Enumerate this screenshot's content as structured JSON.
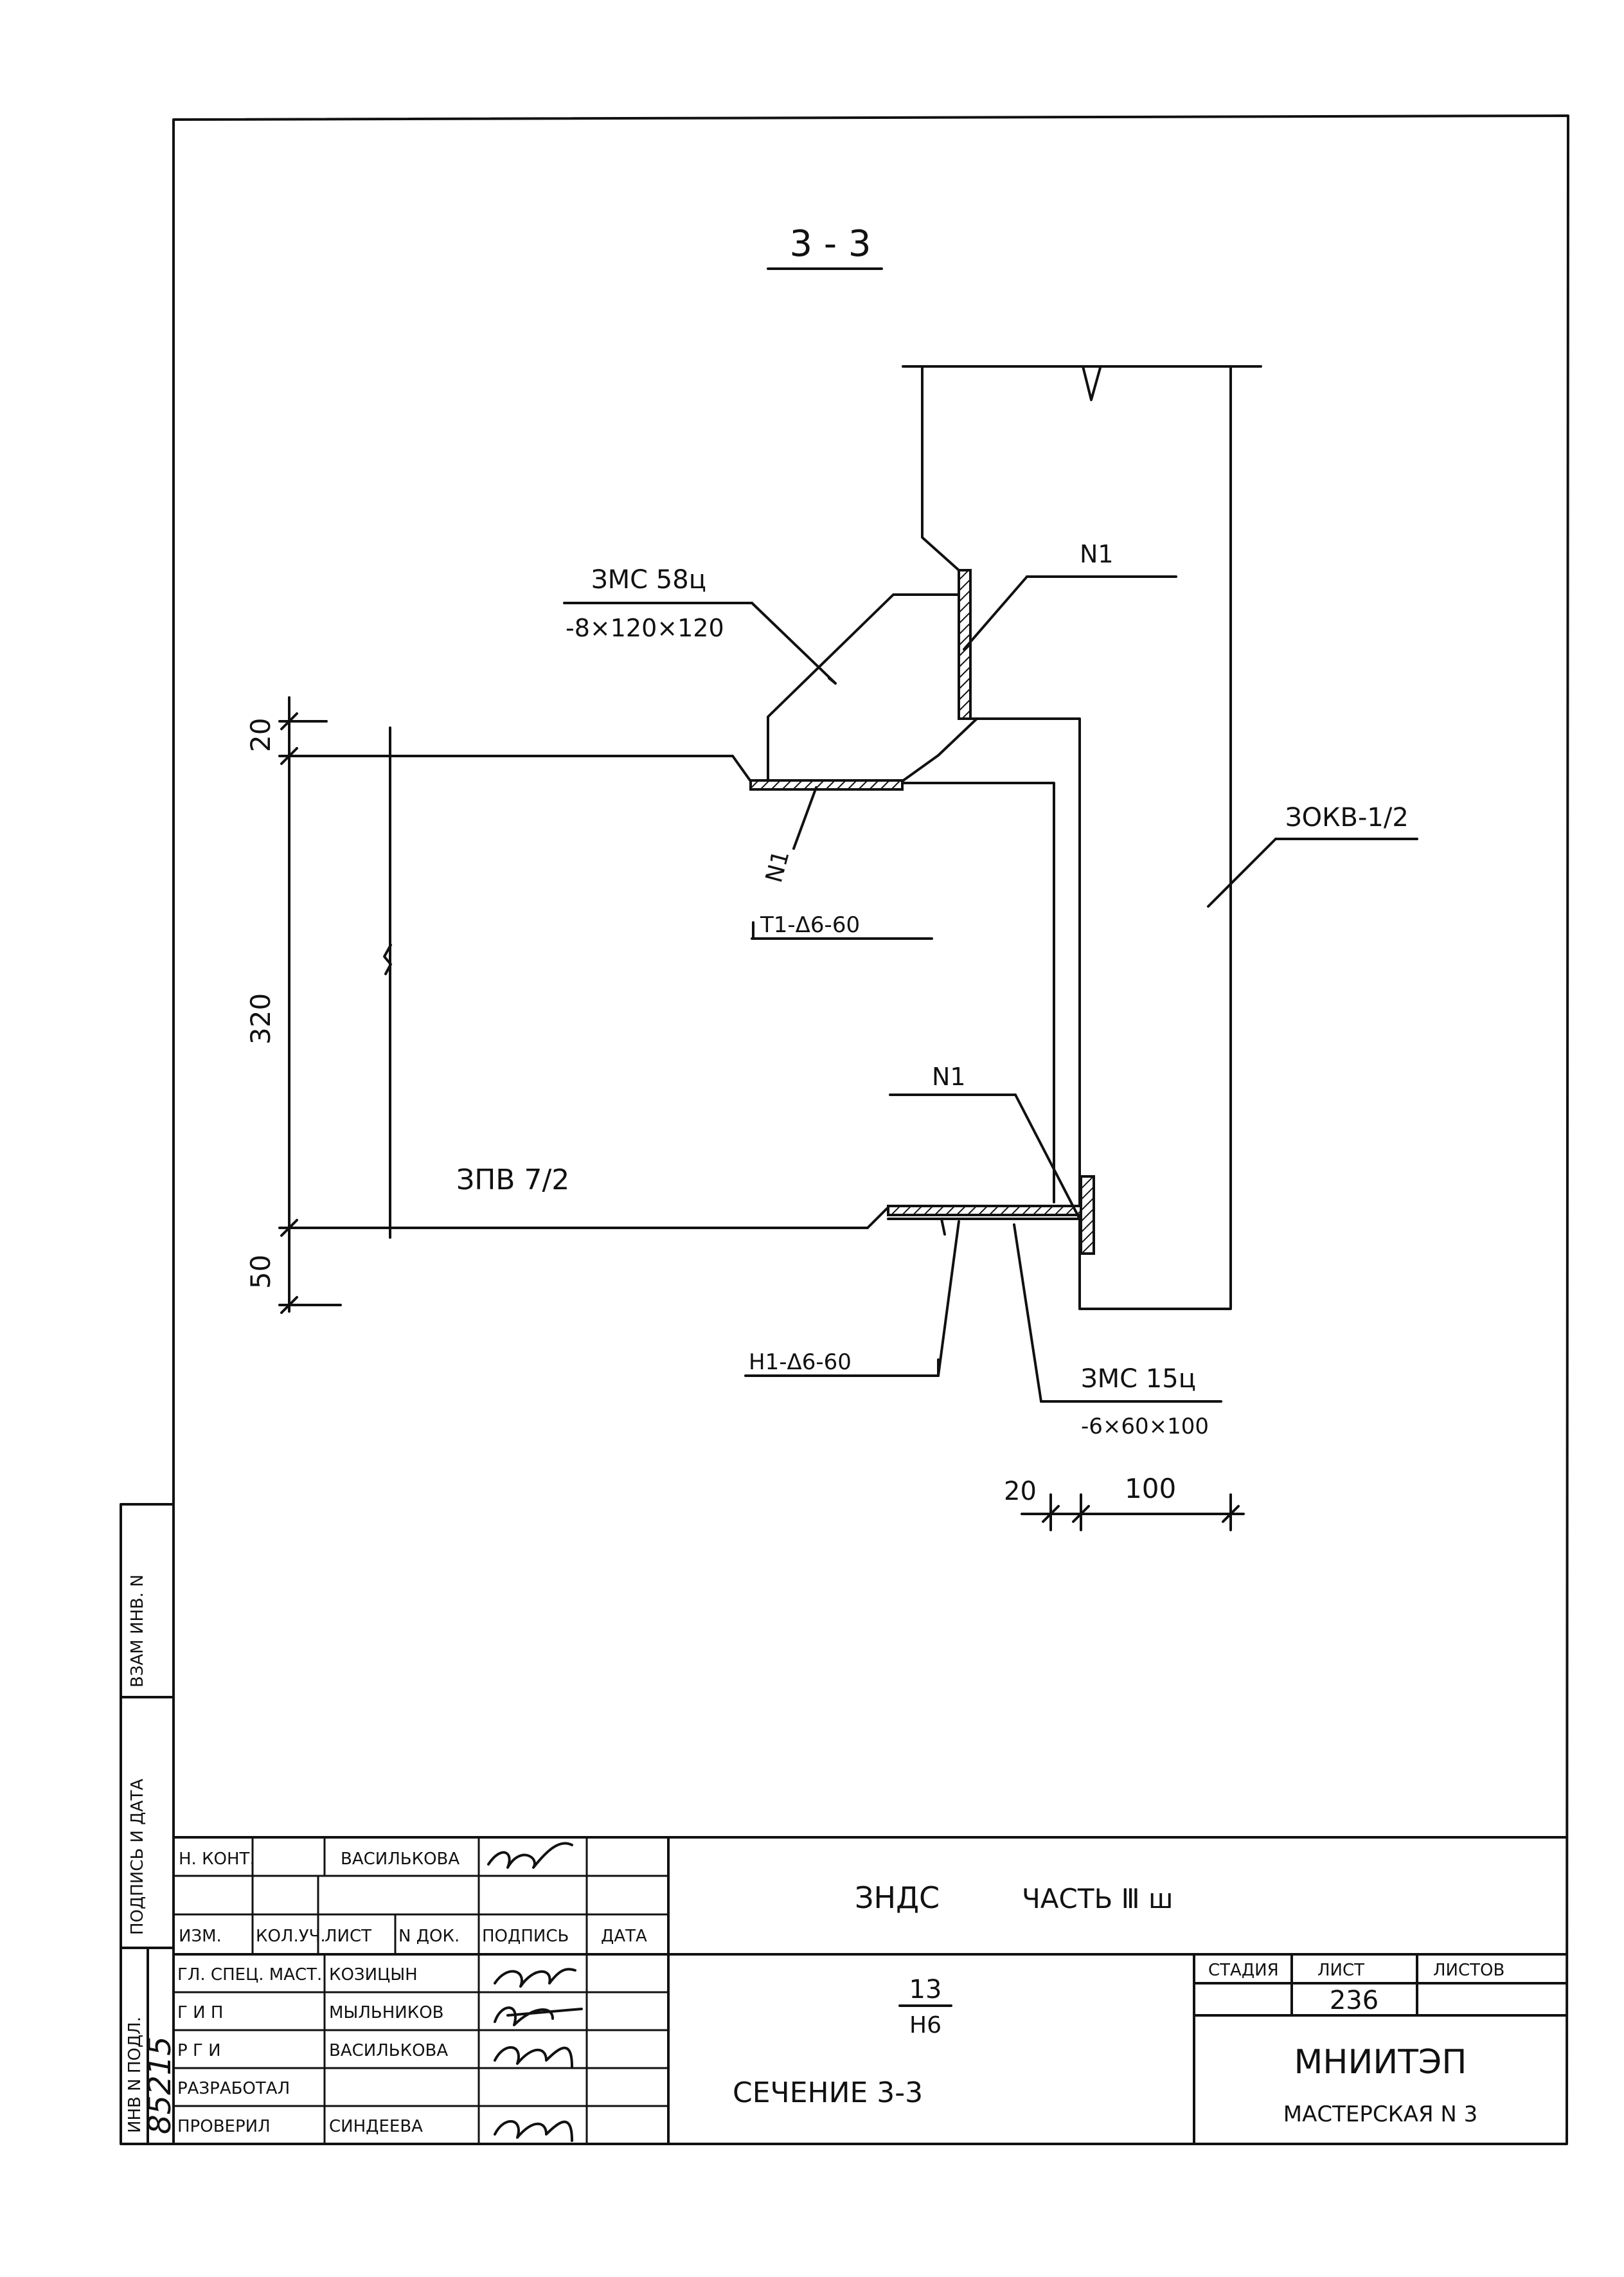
{
  "section_title": "3 - 3",
  "labels": {
    "plate_top_name": "ЗМС 58ц",
    "plate_top_size": "-8×120×120",
    "weld_top_right": "N1",
    "weld_top_left": "N1",
    "weld_bottom": "N1",
    "column": "ЗОКВ-1/2",
    "anchor_top": "Т1-Δ6-60",
    "anchor_bottom": "Н1-Δ6-60",
    "slab": "ЗПВ 7/2",
    "plate_bottom_name": "ЗМС 15ц",
    "plate_bottom_size": "-6×60×100"
  },
  "dimensions": {
    "top_offset": "20",
    "height": "320",
    "bottom_offset": "50",
    "gap": "20",
    "plate_width": "100"
  },
  "side_stamp": {
    "zam_inv": "ВЗАМ ИНВ. N",
    "sign_date": "ПОДПИСЬ И ДАТА",
    "inv_podl": "ИНВ N ПОДЛ.",
    "inv_number": "85215"
  },
  "title_block": {
    "row0": {
      "role": "Н. КОНТ.",
      "name": "ВАСИЛЬКОВА"
    },
    "header": {
      "izm": "ИЗМ.",
      "kol": "КОЛ.УЧ.",
      "list": "ЛИСТ",
      "ndoc": "N ДОК.",
      "sign": "ПОДПИСЬ",
      "date": "ДАТА"
    },
    "people": [
      {
        "role": "ГЛ. СПЕЦ. МАСТ.",
        "name": "КОЗИЦЫН"
      },
      {
        "role": "Г И П",
        "name": "МЫЛЬНИКОВ"
      },
      {
        "role": "Р Г И",
        "name": "ВАСИЛЬКОВА"
      },
      {
        "role": "РАЗРАБОТАЛ",
        "name": ""
      },
      {
        "role": "ПРОВЕРИЛ",
        "name": "СИНДЕЕВА"
      }
    ],
    "project": "ЗНДС",
    "part": "ЧАСТЬ  Ⅲ ш",
    "frac_top": "13",
    "frac_bottom": "Н6",
    "sheet_title": "СЕЧЕНИЕ  3-3",
    "stage_label": "СТАДИЯ",
    "sheet_label": "ЛИСТ",
    "sheets_label": "ЛИСТОВ",
    "stage_value": "",
    "sheet_value": "236",
    "sheets_value": "",
    "org": "МНИИТЭП",
    "workshop": "МАСТЕРСКАЯ  N 3"
  }
}
